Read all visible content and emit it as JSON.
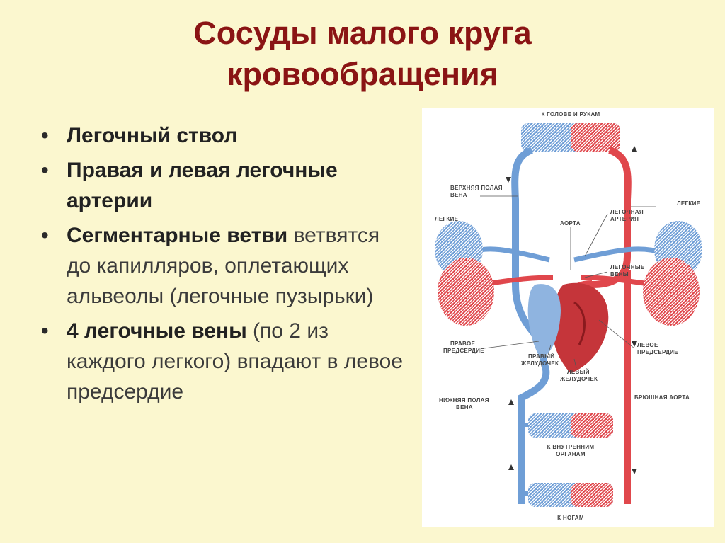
{
  "title": {
    "line1": "Сосуды малого круга",
    "line2": "кровообращения"
  },
  "bullets": [
    {
      "bold": "Легочный ствол",
      "rest": ""
    },
    {
      "bold": "Правая и левая легочные артерии",
      "rest": ""
    },
    {
      "bold": "Сегментарные ветви",
      "rest": "ветвятся до капилляров, оплетающих альвеолы (легочные пузырьки)"
    },
    {
      "bold": "4 легочные вены",
      "rest": "(по 2 из каждого легкого) впадают в левое предсердие"
    }
  ],
  "diagram": {
    "labels": {
      "head_arms": "К ГОЛОВЕ И РУКАМ",
      "svc_1": "ВЕРХНЯЯ ПОЛАЯ",
      "svc_2": "ВЕНА",
      "lungs_left": "ЛЕГКИЕ",
      "lungs_right": "ЛЕГКИЕ",
      "aorta": "АОРТА",
      "pulm_artery_1": "ЛЕГОЧНАЯ",
      "pulm_artery_2": "АРТЕРИЯ",
      "pulm_veins_1": "ЛЕГОЧНЫЕ",
      "pulm_veins_2": "ВЕНЫ",
      "right_atrium_1": "ПРАВОЕ",
      "right_atrium_2": "ПРЕДСЕРДИЕ",
      "left_atrium_1": "ЛЕВОЕ",
      "left_atrium_2": "ПРЕДСЕРДИЕ",
      "right_ventricle_1": "ПРАВЫЙ",
      "right_ventricle_2": "ЖЕЛУДОЧЕК",
      "left_ventricle_1": "ЛЕВЫЙ",
      "left_ventricle_2": "ЖЕЛУДОЧЕК",
      "ivc_1": "НИЖНЯЯ ПОЛАЯ",
      "ivc_2": "ВЕНА",
      "abd_aorta": "БРЮШНАЯ АОРТА",
      "organs_1": "К ВНУТРЕННИМ",
      "organs_2": "ОРГАНАМ",
      "legs": "К НОГАМ"
    },
    "colors": {
      "arterial": "#e0474c",
      "venous": "#6f9ed6",
      "background": "#fbf7cf",
      "title": "#8a1414"
    }
  }
}
